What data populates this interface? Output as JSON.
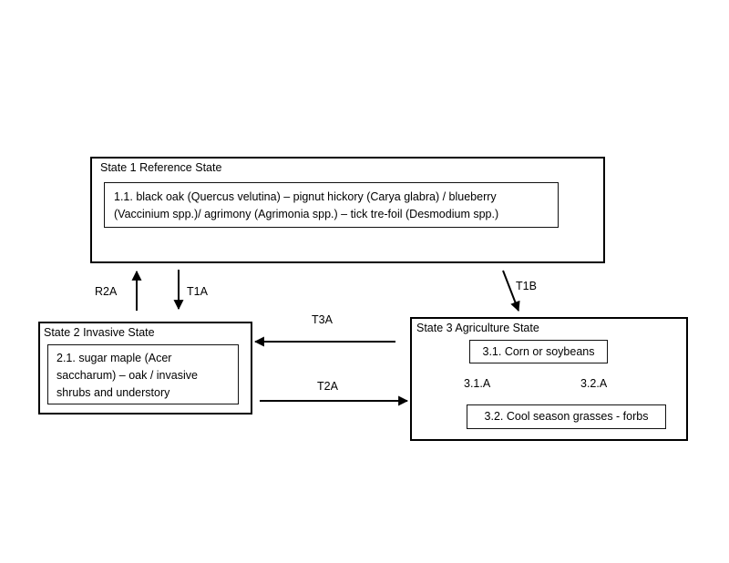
{
  "diagram": {
    "type": "state-and-transition-model",
    "states": [
      {
        "id": "state1",
        "title": "State 1 Reference State",
        "phases": [
          {
            "id": "1.1",
            "text": "1.1. black oak (Quercus velutina) – pignut hickory (Carya glabra) / blueberry (Vaccinium spp.)/ agrimony (Agrimonia spp.) – tick tre-foil (Desmodium spp.)"
          }
        ]
      },
      {
        "id": "state2",
        "title": "State 2 Invasive State",
        "phases": [
          {
            "id": "2.1",
            "text": "2.1. sugar maple (Acer saccharum) – oak / invasive shrubs and understory"
          }
        ]
      },
      {
        "id": "state3",
        "title": "State 3  Agriculture State",
        "phases": [
          {
            "id": "3.1",
            "text": "3.1. Corn or soybeans"
          },
          {
            "id": "3.2",
            "text": "3.2. Cool season grasses - forbs"
          }
        ]
      }
    ],
    "transitions": [
      {
        "id": "R2A",
        "label": "R2A",
        "from": "state2",
        "to": "state1",
        "direction": "up"
      },
      {
        "id": "T1A",
        "label": "T1A",
        "from": "state1",
        "to": "state2",
        "direction": "down"
      },
      {
        "id": "T1B",
        "label": "T1B",
        "from": "state1",
        "to": "state3",
        "direction": "diagonal-down-left"
      },
      {
        "id": "T3A",
        "label": "T3A",
        "from": "state3",
        "to": "state2",
        "direction": "left"
      },
      {
        "id": "T2A",
        "label": "T2A",
        "from": "state2",
        "to": "state3",
        "direction": "right"
      },
      {
        "id": "3.1.A",
        "label": "3.1.A",
        "from": "3.1",
        "to": "3.2",
        "direction": "down"
      },
      {
        "id": "3.2.A",
        "label": "3.2.A",
        "from": "3.2",
        "to": "3.1",
        "direction": "up"
      }
    ],
    "colors": {
      "background": "#ffffff",
      "stroke": "#000000",
      "text": "#000000"
    }
  }
}
